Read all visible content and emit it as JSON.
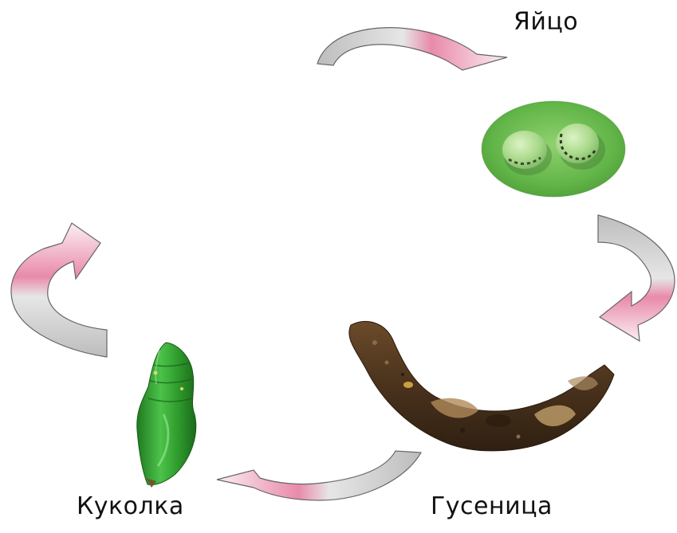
{
  "stages": {
    "egg": {
      "label": "Яйцо"
    },
    "larva": {
      "label": "Гусеница"
    },
    "pupa": {
      "label": "Куколка"
    }
  },
  "colors": {
    "arrow_gray": "#c9c9c9",
    "arrow_pink": "#e2789a",
    "arrow_outline": "#666666",
    "egg_background": "#6fbe55",
    "pupa_green": "#2f9a2c",
    "larva_brown": "#5a3d22"
  },
  "icons": [
    "cycle-arrow-icon",
    "egg-icon",
    "caterpillar-icon",
    "chrysalis-icon"
  ]
}
